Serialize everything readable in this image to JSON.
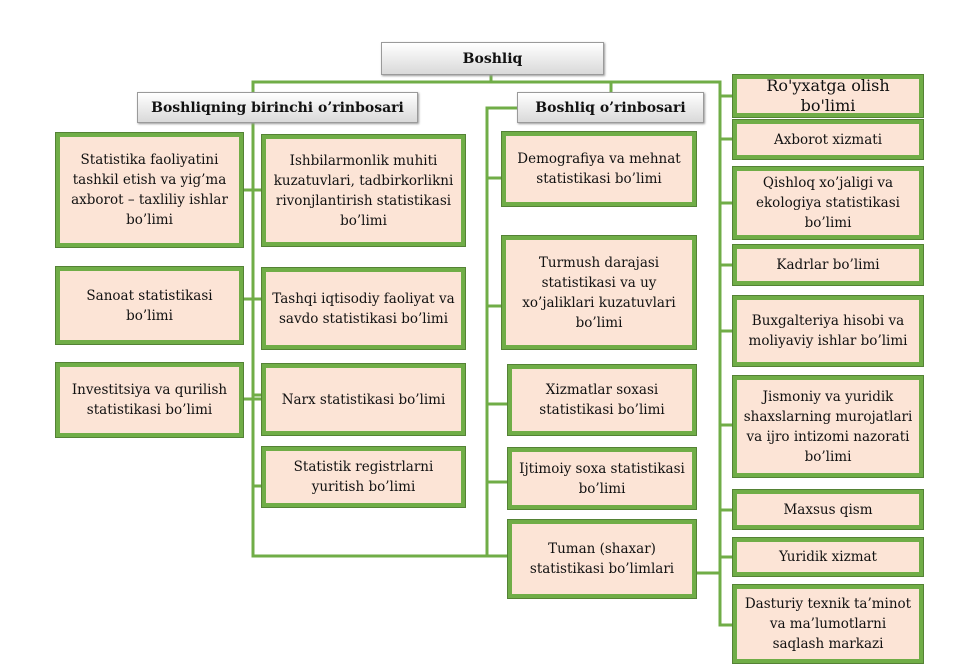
{
  "head": "Boshliq",
  "deputy1": "Boshliqning birinchi o’rinbosari",
  "deputy2": "Boshliq o’rinbosari",
  "col1": [
    "Statistika faoliyatini tashkil etish va yig’ma axborot – taxliliy ishlar bo’limi",
    "Sanoat statistikasi bo’limi",
    "Investitsiya va qurilish statistikasi bo’limi"
  ],
  "col2": [
    "Ishbilarmonlik muhiti kuzatuvlari, tadbirkorlikni rivonjlantirish statistikasi bo’limi",
    "Tashqi iqtisodiy faoliyat va savdo statistikasi bo’limi",
    "Narx statistikasi bo’limi",
    "Statistik registrlarni yuritish bo’limi"
  ],
  "col3": [
    "Demografiya va mehnat statistikasi bo’limi",
    "Turmush darajasi statistikasi va uy xo’jaliklari kuzatuvlari bo’limi",
    "Xizmatlar soxasi statistikasi bo’limi",
    "Ijtimoiy soxa statistikasi bo’limi",
    "Tuman (shaxar) statistikasi bo’limlari"
  ],
  "col4": [
    "Ro'yxatga olish bo'limi",
    "Axborot xizmati",
    "Qishloq xo’jaligi va ekologiya statistikasi bo’limi",
    "Kadrlar bo’limi",
    "Buxgalteriya hisobi va moliyaviy ishlar bo’limi",
    "Jismoniy va yuridik shaxslarning murojatlari va ijro intizomi nazorati bo’limi",
    "Maxsus qism",
    "Yuridik xizmat",
    "Dasturiy texnik ta’minot va ma’lumotlarni saqlash markazi"
  ],
  "colors": {
    "line": "#70ad47",
    "box_fill": "#fce4d6"
  }
}
